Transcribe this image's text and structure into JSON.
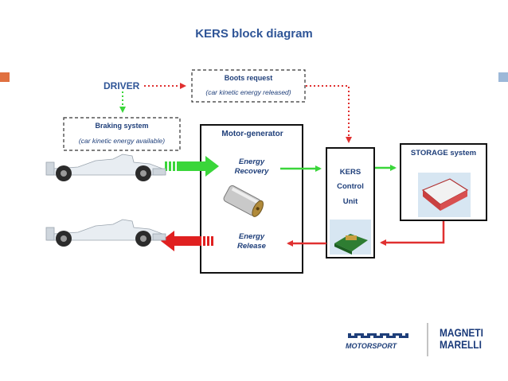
{
  "title": "KERS block diagram",
  "driver": "DRIVER",
  "boost_request": {
    "label": "Boots request",
    "sub": "(car kinetic energy released)"
  },
  "braking_system": {
    "label": "Braking system",
    "sub": "(car kinetic energy available)"
  },
  "motor_generator": {
    "title": "Motor-generator",
    "recovery_line1": "Energy",
    "recovery_line2": "Recovery",
    "release_line1": "Energy",
    "release_line2": "Release"
  },
  "kers_unit": {
    "line1": "KERS",
    "line2": "Control",
    "line3": "Unit"
  },
  "storage": "STORAGE system",
  "logos": {
    "motorsport": "MOTORSPORT",
    "magneti_line1": "MAGNETI",
    "magneti_line2": "MARELLI"
  },
  "colors": {
    "title": "#2f5597",
    "recovery_arrow": "#3ad63a",
    "release_arrow": "#e02020",
    "dotted_red": "#e03030",
    "dotted_green": "#3ad63a",
    "accent_orange": "#e07040",
    "accent_blue": "#9cb8d8"
  },
  "icons": [
    "f1-car-icon",
    "electric-motor-icon",
    "control-unit-icon",
    "battery-pack-icon",
    "motorsport-logo-icon",
    "magneti-marelli-logo"
  ]
}
